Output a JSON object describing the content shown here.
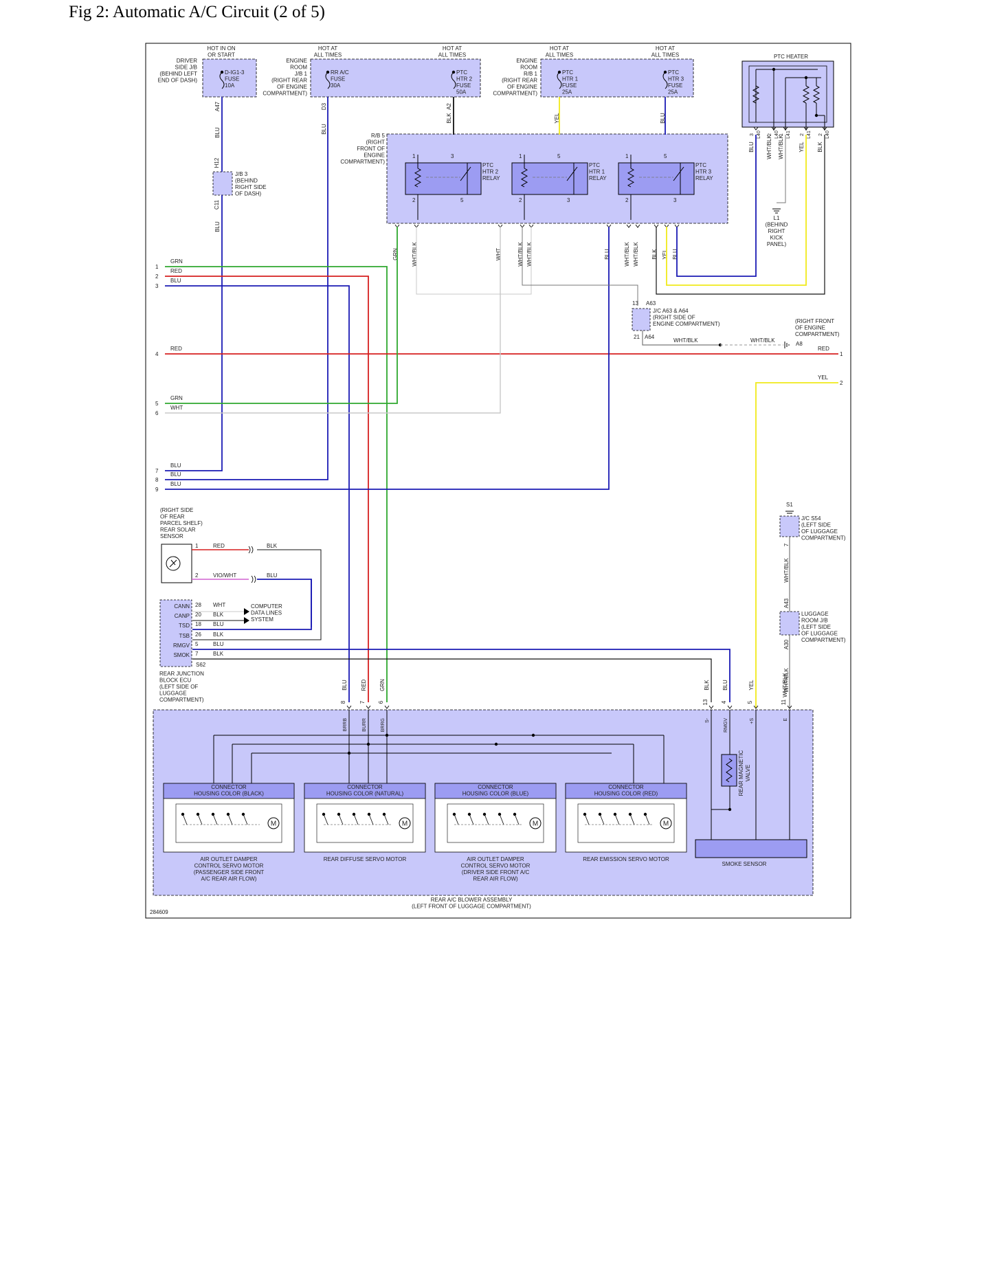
{
  "page_title": "Fig 2: Automatic A/C Circuit (2 of 5)",
  "figure_id": "284609",
  "colors": {
    "box_fill": "#c8c8fa",
    "box_fill_dark": "#9c9cf2",
    "frame": "#000000",
    "GRN": "#2ea82e",
    "RED": "#d61f1f",
    "BLU": "#1a1ab4",
    "YEL": "#f0ea1a",
    "BLK": "#111111",
    "WHT": "#c8c8c8",
    "WHT_BLK": "#777777",
    "VIO_WHT": "#d060d0"
  },
  "top_sources": [
    {
      "hot": [
        "HOT IN ON",
        "OR START"
      ],
      "location": [
        "DRIVER",
        "SIDE J/B",
        "(BEHIND LEFT",
        "END OF DASH)"
      ],
      "fuse": [
        "D-IG1-3",
        "FUSE",
        "10A"
      ],
      "pin": "A47"
    },
    {
      "hot": [
        "HOT AT",
        "ALL TIMES"
      ],
      "location": [
        "ENGINE",
        "ROOM",
        "J/B 1",
        "(RIGHT REAR",
        "OF ENGINE",
        "COMPARTMENT)"
      ],
      "fuse": [
        "RR A/C",
        "FUSE",
        "30A"
      ],
      "pin": "D3"
    },
    {
      "hot": [
        "HOT AT",
        "ALL TIMES"
      ],
      "location": [],
      "fuse": [
        "PTC",
        "HTR 2",
        "FUSE",
        "50A"
      ],
      "pin": "A2"
    },
    {
      "hot": [
        "HOT AT",
        "ALL TIMES"
      ],
      "location": [
        "ENGINE",
        "ROOM",
        "R/B 1",
        "(RIGHT REAR",
        "OF ENGINE",
        "COMPARTMENT)"
      ],
      "fuse": [
        "PTC",
        "HTR 1",
        "FUSE",
        "25A"
      ],
      "pin": ""
    },
    {
      "hot": [
        "HOT AT",
        "ALL TIMES"
      ],
      "location": [],
      "fuse": [
        "PTC",
        "HTR 3",
        "FUSE",
        "25A"
      ],
      "pin": ""
    }
  ],
  "ptc_heater": {
    "label": "PTC HEATER",
    "pins": [
      {
        "pin": "3",
        "conn": "L40",
        "wire": "BLU"
      },
      {
        "pin": "2",
        "conn": "L40",
        "wire": "WHT/BLK"
      },
      {
        "pin": "1",
        "conn": "L41",
        "wire": "WHT/BLK"
      },
      {
        "pin": "2",
        "conn": "L41",
        "wire": "YEL"
      },
      {
        "pin": "2",
        "conn": "L40",
        "wire": "BLK"
      }
    ],
    "ground": [
      "L1",
      "(BEHIND",
      "RIGHT",
      "KICK",
      "PANEL)"
    ]
  },
  "rb5": {
    "location": [
      "R/B 5",
      "(RIGHT",
      "FRONT OF",
      "ENGINE",
      "COMPARTMENT)"
    ],
    "relays": [
      {
        "name": [
          "PTC",
          "HTR 2",
          "RELAY"
        ],
        "pins": [
          "1",
          "3",
          "2",
          "5"
        ]
      },
      {
        "name": [
          "PTC",
          "HTR 1",
          "RELAY"
        ],
        "pins": [
          "1",
          "5",
          "2",
          "3"
        ]
      },
      {
        "name": [
          "PTC",
          "HTR 3",
          "RELAY"
        ],
        "pins": [
          "1",
          "5",
          "2",
          "3"
        ]
      }
    ],
    "bottom_wires": [
      "GRN",
      "WHT/BLK",
      "WHT",
      "WHT/BLK",
      "WHT/BLK",
      "BLU",
      "WHT/BLK",
      "WHT/BLK",
      "BLK",
      "YEL",
      "BLU"
    ]
  },
  "jb3": {
    "label": [
      "J/B 3",
      "(BEHIND",
      "RIGHT SIDE",
      "OF DASH)"
    ],
    "top_pin": "H12",
    "bottom_pin": "C11",
    "wire": "BLU"
  },
  "wire_labels_vertical": {
    "a47_wire": "BLU",
    "d3_wire": "BLU",
    "a2_wire": "BLK",
    "htr1_wire": "YEL",
    "htr3_wire": "BLU"
  },
  "jc_a63": {
    "label": [
      "J/C A63 & A64",
      "(RIGHT SIDE OF",
      "ENGINE COMPARTMENT)"
    ],
    "top_pin": "13",
    "top_conn": "A63",
    "bottom_pin": "21",
    "bottom_conn": "A64"
  },
  "a8": {
    "location": [
      "(RIGHT FRONT",
      "OF ENGINE",
      "COMPARTMENT)"
    ],
    "conn": "A8",
    "wire_left": "WHT/BLK",
    "wire_right": "WHT/BLK"
  },
  "left_lines": [
    {
      "num": "1",
      "wire": "GRN"
    },
    {
      "num": "2",
      "wire": "RED"
    },
    {
      "num": "3",
      "wire": "BLU"
    },
    {
      "num": "4",
      "wire": "RED"
    },
    {
      "num": "5",
      "wire": "GRN"
    },
    {
      "num": "6",
      "wire": "WHT"
    },
    {
      "num": "7",
      "wire": "BLU"
    },
    {
      "num": "8",
      "wire": "BLU"
    },
    {
      "num": "9",
      "wire": "BLU"
    }
  ],
  "right_lines": [
    {
      "num": "1",
      "wire": "RED"
    },
    {
      "num": "2",
      "wire": "YEL"
    }
  ],
  "solar_sensor": {
    "label": [
      "(RIGHT SIDE",
      "OF REAR",
      "PARCEL SHELF)",
      "REAR SOLAR",
      "SENSOR"
    ],
    "pins": [
      {
        "pin": "1",
        "wire_a": "RED",
        "wire_b": "BLK"
      },
      {
        "pin": "2",
        "wire_a": "VIO/WHT",
        "wire_b": "BLU"
      }
    ]
  },
  "rear_ecu": {
    "label": [
      "REAR JUNCTION",
      "BLOCK ECU",
      "(LEFT SIDE OF",
      "LUGGAGE",
      "COMPARTMENT)"
    ],
    "conn": "S62",
    "rows": [
      {
        "term": "CANN",
        "pin": "28",
        "wire": "WHT"
      },
      {
        "term": "CANP",
        "pin": "20",
        "wire": "BLK"
      },
      {
        "term": "TSD",
        "pin": "18",
        "wire": "BLU"
      },
      {
        "term": "TSB",
        "pin": "26",
        "wire": "BLK"
      },
      {
        "term": "RMGV",
        "pin": "5",
        "wire": "BLU"
      },
      {
        "term": "SMOK",
        "pin": "7",
        "wire": "BLK"
      }
    ],
    "computer_data": [
      "COMPUTER",
      "DATA LINES",
      "SYSTEM"
    ]
  },
  "jc_s54": {
    "conn": "S1",
    "label": [
      "J/C S54",
      "(LEFT SIDE",
      "OF LUGGAGE",
      "COMPARTMENT)"
    ],
    "pin": "7",
    "wire": "WHT/BLK"
  },
  "luggage_jb": {
    "label": [
      "LUGGAGE",
      "ROOM J/B",
      "(LEFT SIDE",
      "OF LUGGAGE",
      "COMPARTMENT)"
    ],
    "top_pin": "A43",
    "bottom_pin": "A30",
    "wire": "WHT/BLK"
  },
  "blower": {
    "label": [
      "REAR A/C BLOWER ASSEMBLY",
      "(LEFT FRONT OF LUGGAGE COMPARTMENT)"
    ],
    "top_pins": [
      {
        "pin": "8",
        "wire": "BLU",
        "term": "BRRB"
      },
      {
        "pin": "7",
        "wire": "RED",
        "term": "BURR"
      },
      {
        "pin": "6",
        "wire": "GRN",
        "term": "BRRG"
      },
      {
        "pin": "13",
        "wire": "BLK",
        "term": "S-"
      },
      {
        "pin": "4",
        "wire": "BLU",
        "term": "RMGV"
      },
      {
        "pin": "5",
        "wire": "YEL",
        "term": "+S"
      },
      {
        "pin": "11",
        "wire": "WHT/BLK",
        "term": "E"
      }
    ],
    "connectors": [
      {
        "housing": [
          "CONNECTOR",
          "HOUSING COLOR (BLACK)"
        ],
        "motor": [
          "AIR OUTLET DAMPER",
          "CONTROL SERVO MOTOR",
          "(PASSENGER SIDE FRONT",
          "A/C REAR AIR FLOW)"
        ]
      },
      {
        "housing": [
          "CONNECTOR",
          "HOUSING COLOR (NATURAL)"
        ],
        "motor": [
          "REAR DIFFUSE SERVO MOTOR"
        ]
      },
      {
        "housing": [
          "CONNECTOR",
          "HOUSING COLOR (BLUE)"
        ],
        "motor": [
          "AIR OUTLET DAMPER",
          "CONTROL SERVO MOTOR",
          "(DRIVER SIDE FRONT A/C",
          "REAR AIR FLOW)"
        ]
      },
      {
        "housing": [
          "CONNECTOR",
          "HOUSING COLOR (RED)"
        ],
        "motor": [
          "REAR EMISSION SERVO MOTOR"
        ]
      }
    ],
    "valve": [
      "REAR MAGNETIC",
      "VALVE"
    ],
    "smoke": "SMOKE SENSOR",
    "motor_symbol": "M"
  }
}
